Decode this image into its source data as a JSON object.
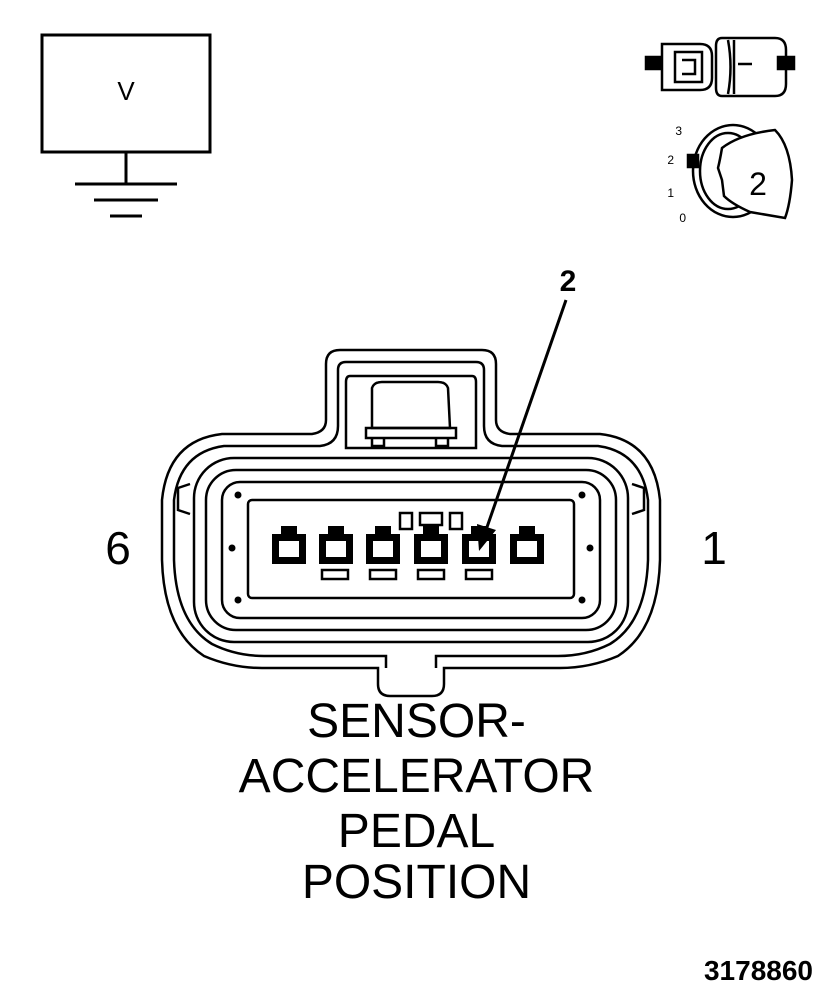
{
  "meter": {
    "label": "V"
  },
  "ignition": {
    "positions": [
      "3",
      "2",
      "1",
      "0"
    ],
    "key_position_label": "2"
  },
  "connector": {
    "callout_pin": "2",
    "left_pin_label": "6",
    "right_pin_label": "1"
  },
  "title_lines": [
    "SENSOR-",
    "ACCELERATOR",
    "PEDAL",
    "POSITION"
  ],
  "figure_id": "3178860"
}
